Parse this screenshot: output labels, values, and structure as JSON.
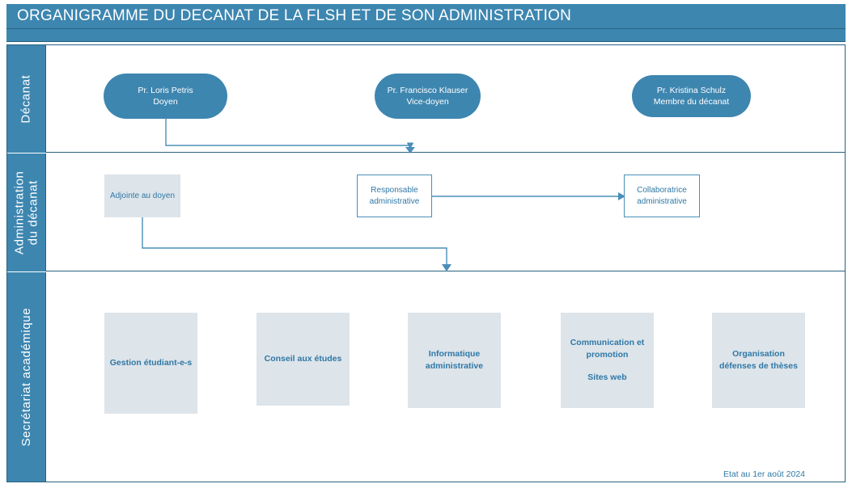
{
  "header": {
    "title": "ORGANIGRAMME DU DECANAT DE LA FLSH ET DE SON ADMINISTRATION"
  },
  "rows": [
    {
      "label": "Décanat"
    },
    {
      "label": "Administration du décanat"
    },
    {
      "label": "Secrétariat académique"
    }
  ],
  "decanat": {
    "nodes": [
      {
        "name": "Pr. Loris Petris",
        "role": "Doyen"
      },
      {
        "name": "Pr. Francisco Klauser",
        "role": "Vice-doyen"
      },
      {
        "name": "Pr. Kristina Schulz",
        "role": "Membre du décanat"
      }
    ]
  },
  "administration": {
    "adjointe": {
      "line1": "Adjointe au doyen"
    },
    "responsable": {
      "line1": "Responsable",
      "line2": "administrative"
    },
    "collaboratrice": {
      "line1": "Collaboratrice",
      "line2": "administrative"
    }
  },
  "secretariat": {
    "units": [
      {
        "line1": "Gestion étudiant-e-s",
        "line2": "",
        "line3": ""
      },
      {
        "line1": "Conseil aux études",
        "line2": "",
        "line3": ""
      },
      {
        "line1": "Informatique",
        "line2": "administrative",
        "line3": ""
      },
      {
        "line1": "Communication et",
        "line2": "promotion",
        "line3": "Sites web"
      },
      {
        "line1": "Organisation",
        "line2": "défenses de thèses",
        "line3": ""
      }
    ]
  },
  "footer": {
    "note": "Etat au 1er août 2024"
  },
  "colors": {
    "brand_blue": "#3d86b0",
    "border_blue": "#2a627f",
    "text_blue": "#2f78a6",
    "box_fill": "#dde4ea",
    "connector": "#4a8fb8"
  }
}
